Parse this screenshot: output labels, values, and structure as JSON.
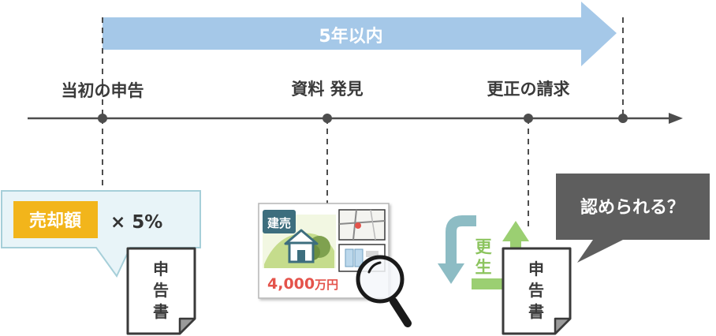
{
  "period": {
    "label": "5年以内"
  },
  "timeline": {
    "points": [
      {
        "label": "当初の申告"
      },
      {
        "label": "資料 発見"
      },
      {
        "label": "更正の請求"
      }
    ]
  },
  "initial_filing": {
    "badge": "売却額",
    "formula": "× 5%",
    "document": [
      "申",
      "告",
      "書"
    ]
  },
  "discovered_document": {
    "tag": "建売",
    "price_number": "4,000",
    "price_unit": "万円"
  },
  "correction": {
    "arrows_text": [
      "更",
      "生"
    ],
    "document": [
      "申",
      "告",
      "書"
    ],
    "question": "認められる？"
  },
  "colors": {
    "arrow_blue": "#a5c8e8",
    "axis": "#4d4d4d",
    "bubble_fill": "#e8f4f8",
    "bubble_border": "#a6cfd9",
    "badge_yellow": "#f2b51b",
    "price_red": "#e4534b",
    "tag_teal": "#3d6e7e",
    "arrow_teal": "#8dbcc4",
    "arrow_green": "#9bcf72",
    "question_gray": "#5e5e5e"
  }
}
